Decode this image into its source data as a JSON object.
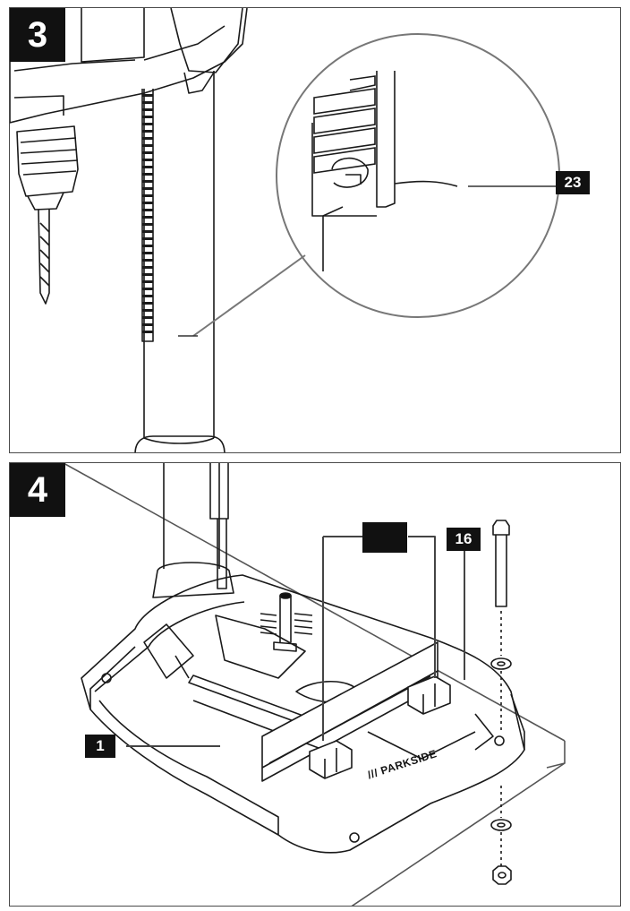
{
  "figure3": {
    "number": "3",
    "callout_23": "23"
  },
  "figure4": {
    "number": "4",
    "callout_1": "1",
    "callout_blank": "",
    "callout_16": "16",
    "brand_text": "/// PARKSIDE"
  },
  "colors": {
    "line": "#1a1a1a",
    "callout_bg": "#111111",
    "callout_text": "#ffffff",
    "table_edge": "#555555"
  }
}
